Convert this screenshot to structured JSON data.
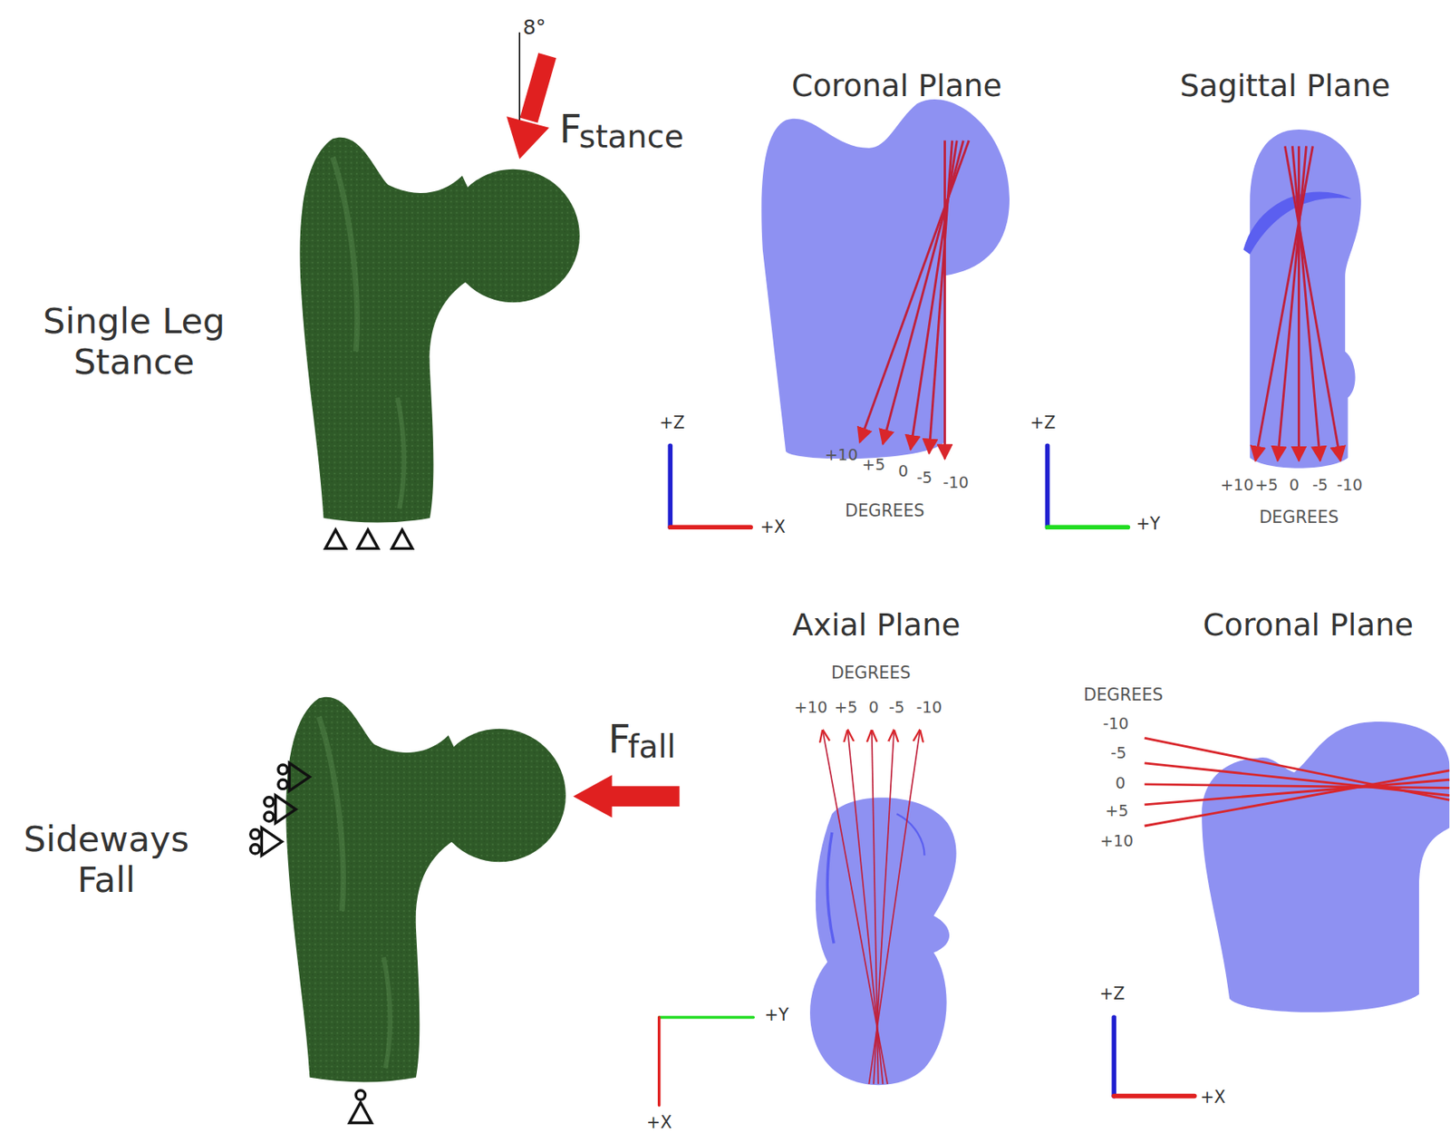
{
  "diagram": {
    "labels": [
      "8°",
      "F",
      "stance",
      "Single Leg Stance",
      "Sideways Fall",
      "Coronal Plane",
      "Sagittal Plane",
      "Axial Plane",
      "Coronal Plane",
      "+Z",
      "+X",
      "+Z",
      "+Y",
      "+Y",
      "+X",
      "+Z",
      "+X",
      "+10",
      "+5",
      "0",
      "-5",
      "-10",
      "DEGREES",
      "+10",
      "+5",
      "0",
      "-5",
      "-10",
      "DEGREES",
      "DEGREES",
      "+10",
      "+5",
      "0",
      "-5",
      "-10",
      "DEGREES",
      "-10",
      "-5",
      "0",
      "+5",
      "+10",
      "F",
      "fall"
    ]
  }
}
